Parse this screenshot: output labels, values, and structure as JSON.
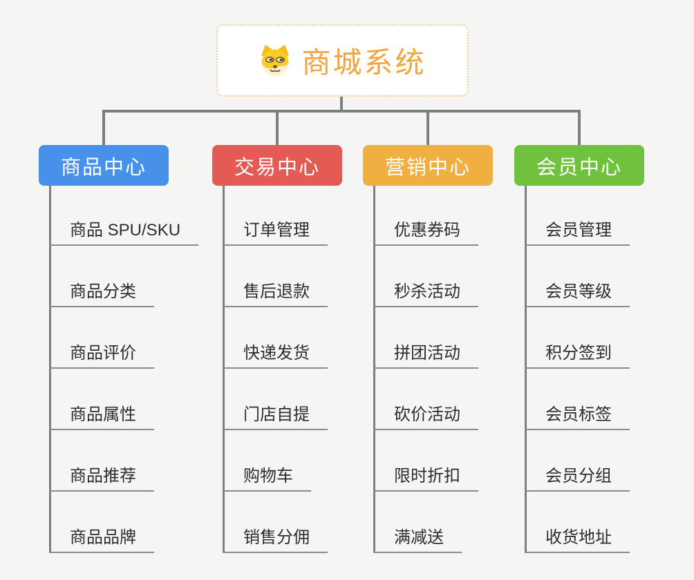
{
  "canvas": {
    "background": "#f5f5f4"
  },
  "root": {
    "label": "商城系统",
    "icon": "dog-face-icon",
    "text_color": "#f0a63d",
    "border_color": "#f2ca86",
    "fill": "#ffffff"
  },
  "connectors": {
    "line_color": "#7e7e7e",
    "underline_color": "#8a8a8a"
  },
  "item_text_color": "#2d2d2d",
  "branches": [
    {
      "label": "商品中心",
      "color": "#4791ea",
      "items": [
        "商品 SPU/SKU",
        "商品分类",
        "商品评价",
        "商品属性",
        "商品推荐",
        "商品品牌"
      ]
    },
    {
      "label": "交易中心",
      "color": "#e45b55",
      "items": [
        "订单管理",
        "售后退款",
        "快递发货",
        "门店自提",
        "购物车",
        "销售分佣"
      ]
    },
    {
      "label": "营销中心",
      "color": "#efaf41",
      "items": [
        "优惠券码",
        "秒杀活动",
        "拼团活动",
        "砍价活动",
        "限时折扣",
        "满减送"
      ]
    },
    {
      "label": "会员中心",
      "color": "#6fc13e",
      "items": [
        "会员管理",
        "会员等级",
        "积分签到",
        "会员标签",
        "会员分组",
        "收货地址"
      ]
    }
  ]
}
